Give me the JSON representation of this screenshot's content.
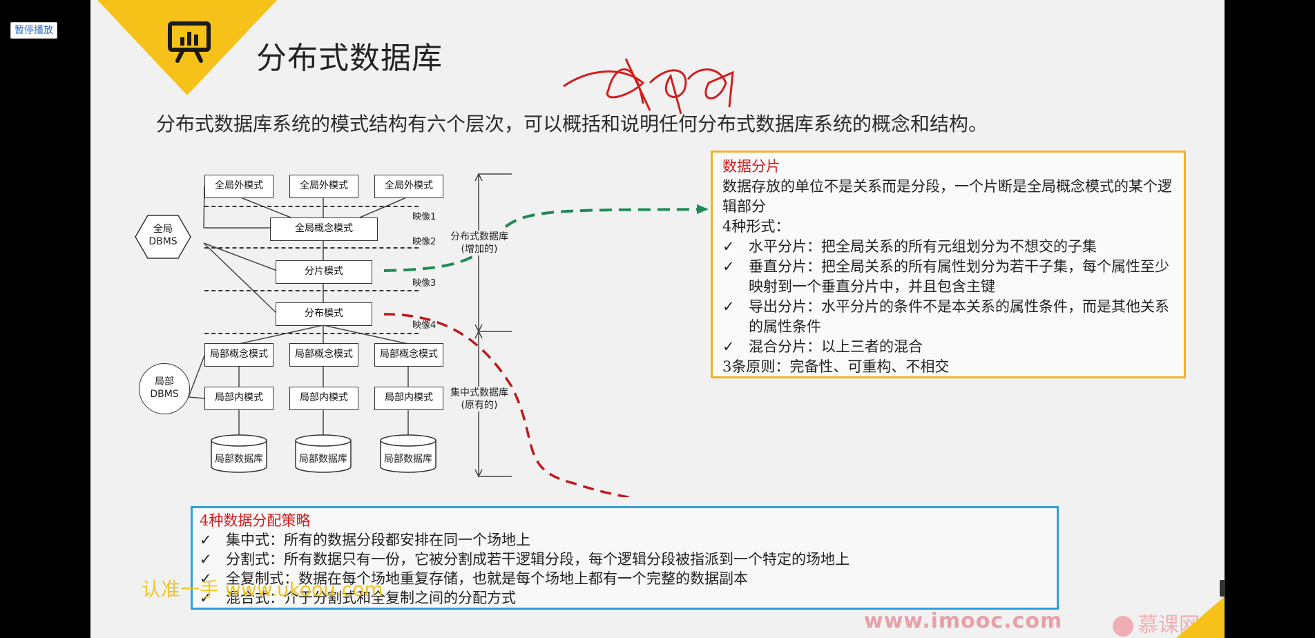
{
  "player": {
    "pause_label": "暂停播放"
  },
  "slide": {
    "title": "分布式数据库",
    "subtitle": "分布式数据库系统的模式结构有六个层次，可以概括和说明任何分布式数据库系统的概念和结构。"
  },
  "diagram": {
    "global_external": [
      "全局外模式",
      "全局外模式",
      "全局外模式"
    ],
    "global_conceptual": "全局概念模式",
    "fragment_schema": "分片模式",
    "allocation_schema": "分布模式",
    "local_conceptual": [
      "局部概念模式",
      "局部概念模式",
      "局部概念模式"
    ],
    "local_internal": [
      "局部内模式",
      "局部内模式",
      "局部内模式"
    ],
    "local_db": [
      "局部数据库",
      "局部数据库",
      "局部数据库"
    ],
    "mappings": [
      "映像1",
      "映像2",
      "映像3",
      "映像4"
    ],
    "global_dbms": {
      "line1": "全局",
      "line2": "DBMS"
    },
    "local_dbms": {
      "line1": "局部",
      "line2": "DBMS"
    },
    "distributed_label": {
      "line1": "分布式数据库",
      "line2": "(增加的)"
    },
    "centralized_label": {
      "line1": "集中式数据库",
      "line2": "(原有的)"
    }
  },
  "fragmentation": {
    "heading": "数据分片",
    "desc": "数据存放的单位不是关系而是分段，一个片断是全局概念模式的某个逻辑部分",
    "forms_label": "4种形式：",
    "check": "✓",
    "items": [
      "水平分片：把全局关系的所有元组划分为不想交的子集",
      "垂直分片：把全局关系的所有属性划分为若干子集，每个属性至少映射到一个垂直分片中，并且包含主键",
      "导出分片：水平分片的条件不是本关系的属性条件，而是其他关系的属性条件",
      "混合分片：以上三者的混合"
    ],
    "principles": "3条原则：完备性、可重构、不相交"
  },
  "allocation": {
    "heading": "4种数据分配策略",
    "check": "✓",
    "items": [
      "集中式：所有的数据分段都安排在同一个场地上",
      "分割式：所有数据只有一份，它被分割成若干逻辑分段，每个逻辑分段被指派到一个特定的场地上",
      "全复制式：数据在每个场地重复存储，也就是每个场地上都有一个完整的数据副本",
      "混合式：介于分割式和全复制之间的分配方式"
    ]
  },
  "watermark": {
    "text": "认准一手  www.ukoou.com"
  },
  "branding": {
    "site": "www.imooc.com",
    "logo_text": "慕课网"
  },
  "colors": {
    "title_triangle": "#f6c21a",
    "fragment_box_border": "#f0b22a",
    "alloc_box_border": "#2d9fe0",
    "heading_red": "#d01c1c",
    "green_arrow": "#1f8a55",
    "red_arrow": "#c01818"
  }
}
